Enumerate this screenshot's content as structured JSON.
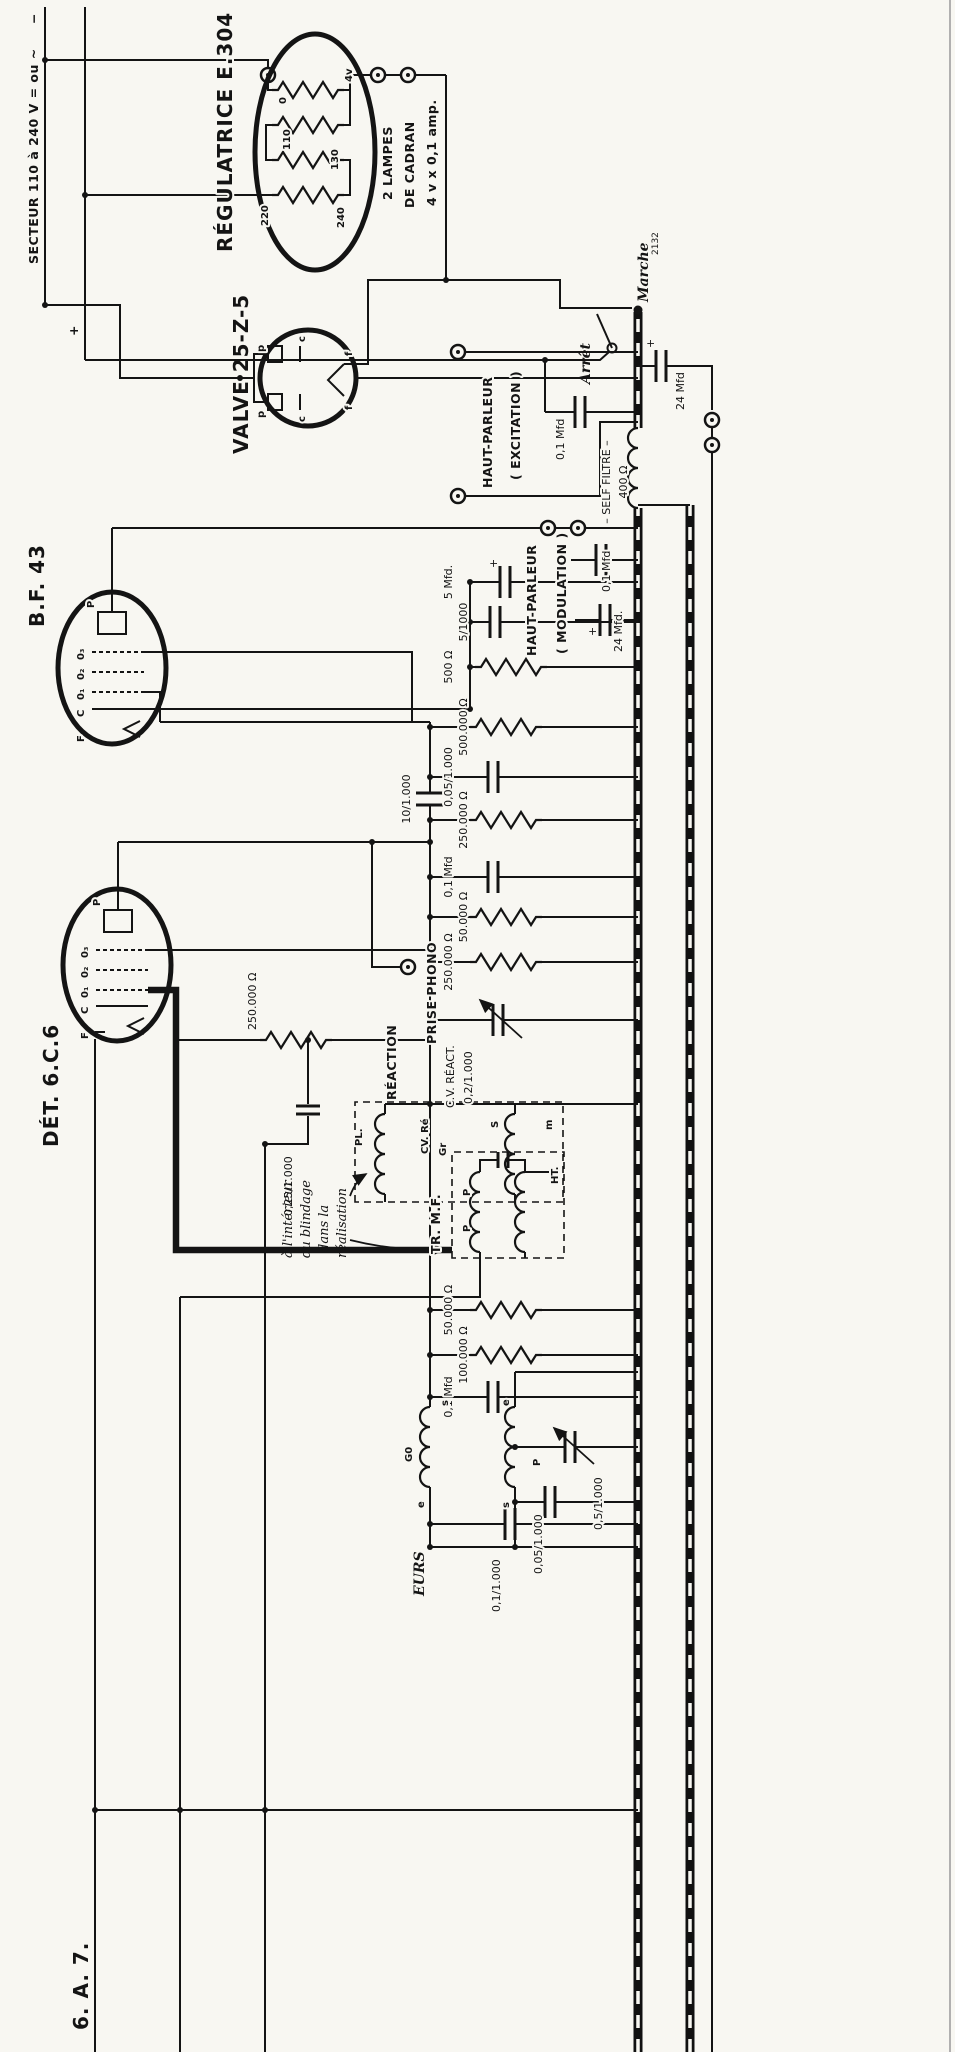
{
  "tubes": {
    "a7": "6. A. 7.",
    "det": "DÉT. 6.C.6",
    "bf": "B.F. 43",
    "valve": "VALVE 25-Z-5",
    "reg": "RÉGULATRICE E.304",
    "pin_f": "F",
    "pin_c": "C",
    "pin_g1": "0₁",
    "pin_g2": "0₂",
    "pin_g3": "0₃",
    "pin_p": "P",
    "vp": "p",
    "vc": "c",
    "vf": "f",
    "t0": "0",
    "t110": "110",
    "t130": "130",
    "t220": "220",
    "t240": "240",
    "t4v": "4v"
  },
  "power": {
    "secteur": "SECTEUR 110 à 240 V = ou ~",
    "plus": "+",
    "minus": "−",
    "arret": "Arrêt",
    "marche": "Marche",
    "num": "2132",
    "lamps1": "2 LAMPES",
    "lamps2": "DE CADRAN",
    "lamps3": "4 v x 0,1 amp.",
    "self1": "– SELF FILTRE –",
    "self2": "400 Ω",
    "c24a": "24 Mfd",
    "c24b": "24 Mfd.",
    "pl_plus": "+"
  },
  "speakers": {
    "hp": "HAUT-PARLEUR",
    "exc": "( EXCITATION )",
    "mod": "( MODULATION )"
  },
  "values": {
    "c01": "0,1 Mfd",
    "c5mfd": "5 Mfd.",
    "c51000": "5/1000",
    "r500": "500 Ω",
    "r500k": "500.000 Ω",
    "r250k": "250.000 Ω",
    "r100k": "100.000 Ω",
    "r50k": "50.000 Ω",
    "c005": "0,05/1.000",
    "c10": "10/1.000",
    "c025": "0,25/1.000",
    "c02": "0,2/1.000",
    "c05": "0,5/1.000",
    "c011000": "0,1/1.000"
  },
  "audio": {
    "prise": "PRISE PHONO",
    "reaction": "RÉACTION",
    "cvreact": "C.V. RÉACT."
  },
  "coils": {
    "pl": "PL.",
    "cvre": "CV. Ré",
    "gr": "Gr",
    "s": "S",
    "m": "m",
    "trmf": "TR. M.F.",
    "ht": "HT.",
    "p": "P",
    "g0": "G0",
    "e": "e",
    "s_min": "s",
    "p_min": "P"
  },
  "notes": {
    "ann1": "à l'intérieur",
    "ann2": "du blindage",
    "ann3": "dans la",
    "ann4": "réalisation",
    "eurs": "EURS"
  }
}
